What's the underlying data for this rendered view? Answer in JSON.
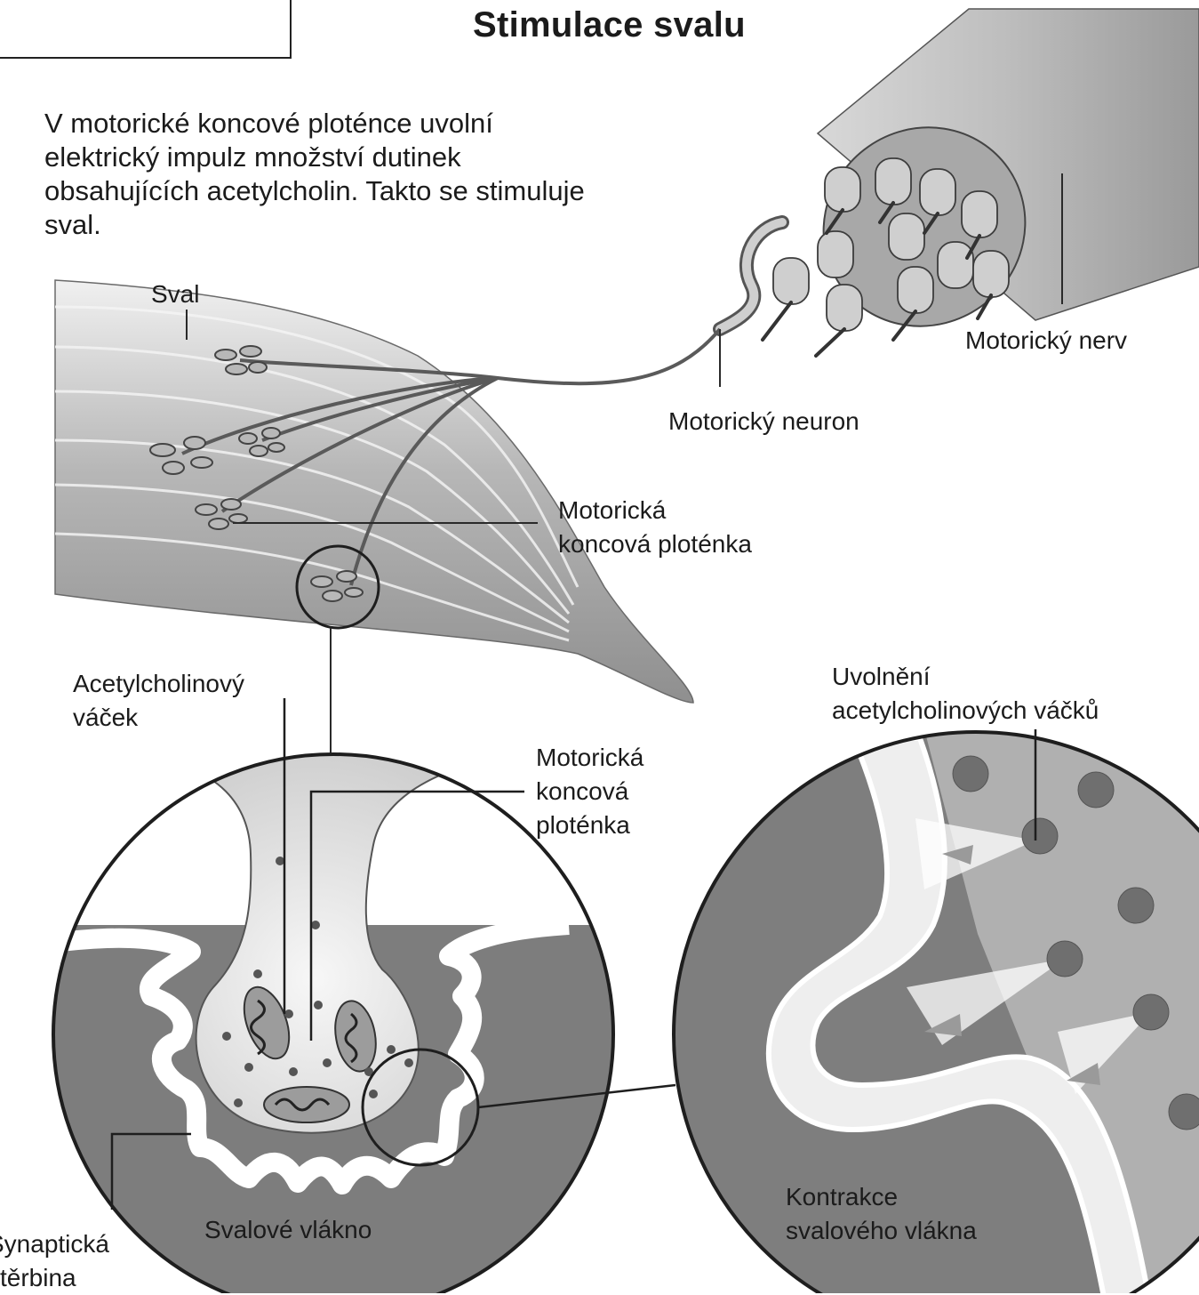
{
  "title": "Stimulace svalu",
  "intro": "V motorické koncové ploténce uvolní elektrický impulz množství dutinek obsahujících acetylcholin. Takto se stimuluje sval.",
  "labels": {
    "sval": "Sval",
    "motoricky_nerv": "Motorický nerv",
    "motoricky_neuron": "Motorický neuron",
    "motoricka_plotenka_top": "Motorická\nkoncová ploténka",
    "acetylcholinovy_vacek": "Acetylcholinový\nváček",
    "motoricka_plotenka_circle": "Motorická\nkoncová\nploténka",
    "uvolneni": "Uvolnění\nacetylcholinových váčků",
    "synapticka_sterbina": "Synaptická\nštěrbina",
    "svalove_vlakno": "Svalové vlákno",
    "kontrakce": "Kontrakce\nsvalového vlákna"
  },
  "colors": {
    "muscle_light": "#e6e6e6",
    "muscle_dark": "#8c8c8c",
    "tissue": "#7a7a7a",
    "vesicle": "#6f6f6f",
    "outline": "#1e1e1e"
  }
}
